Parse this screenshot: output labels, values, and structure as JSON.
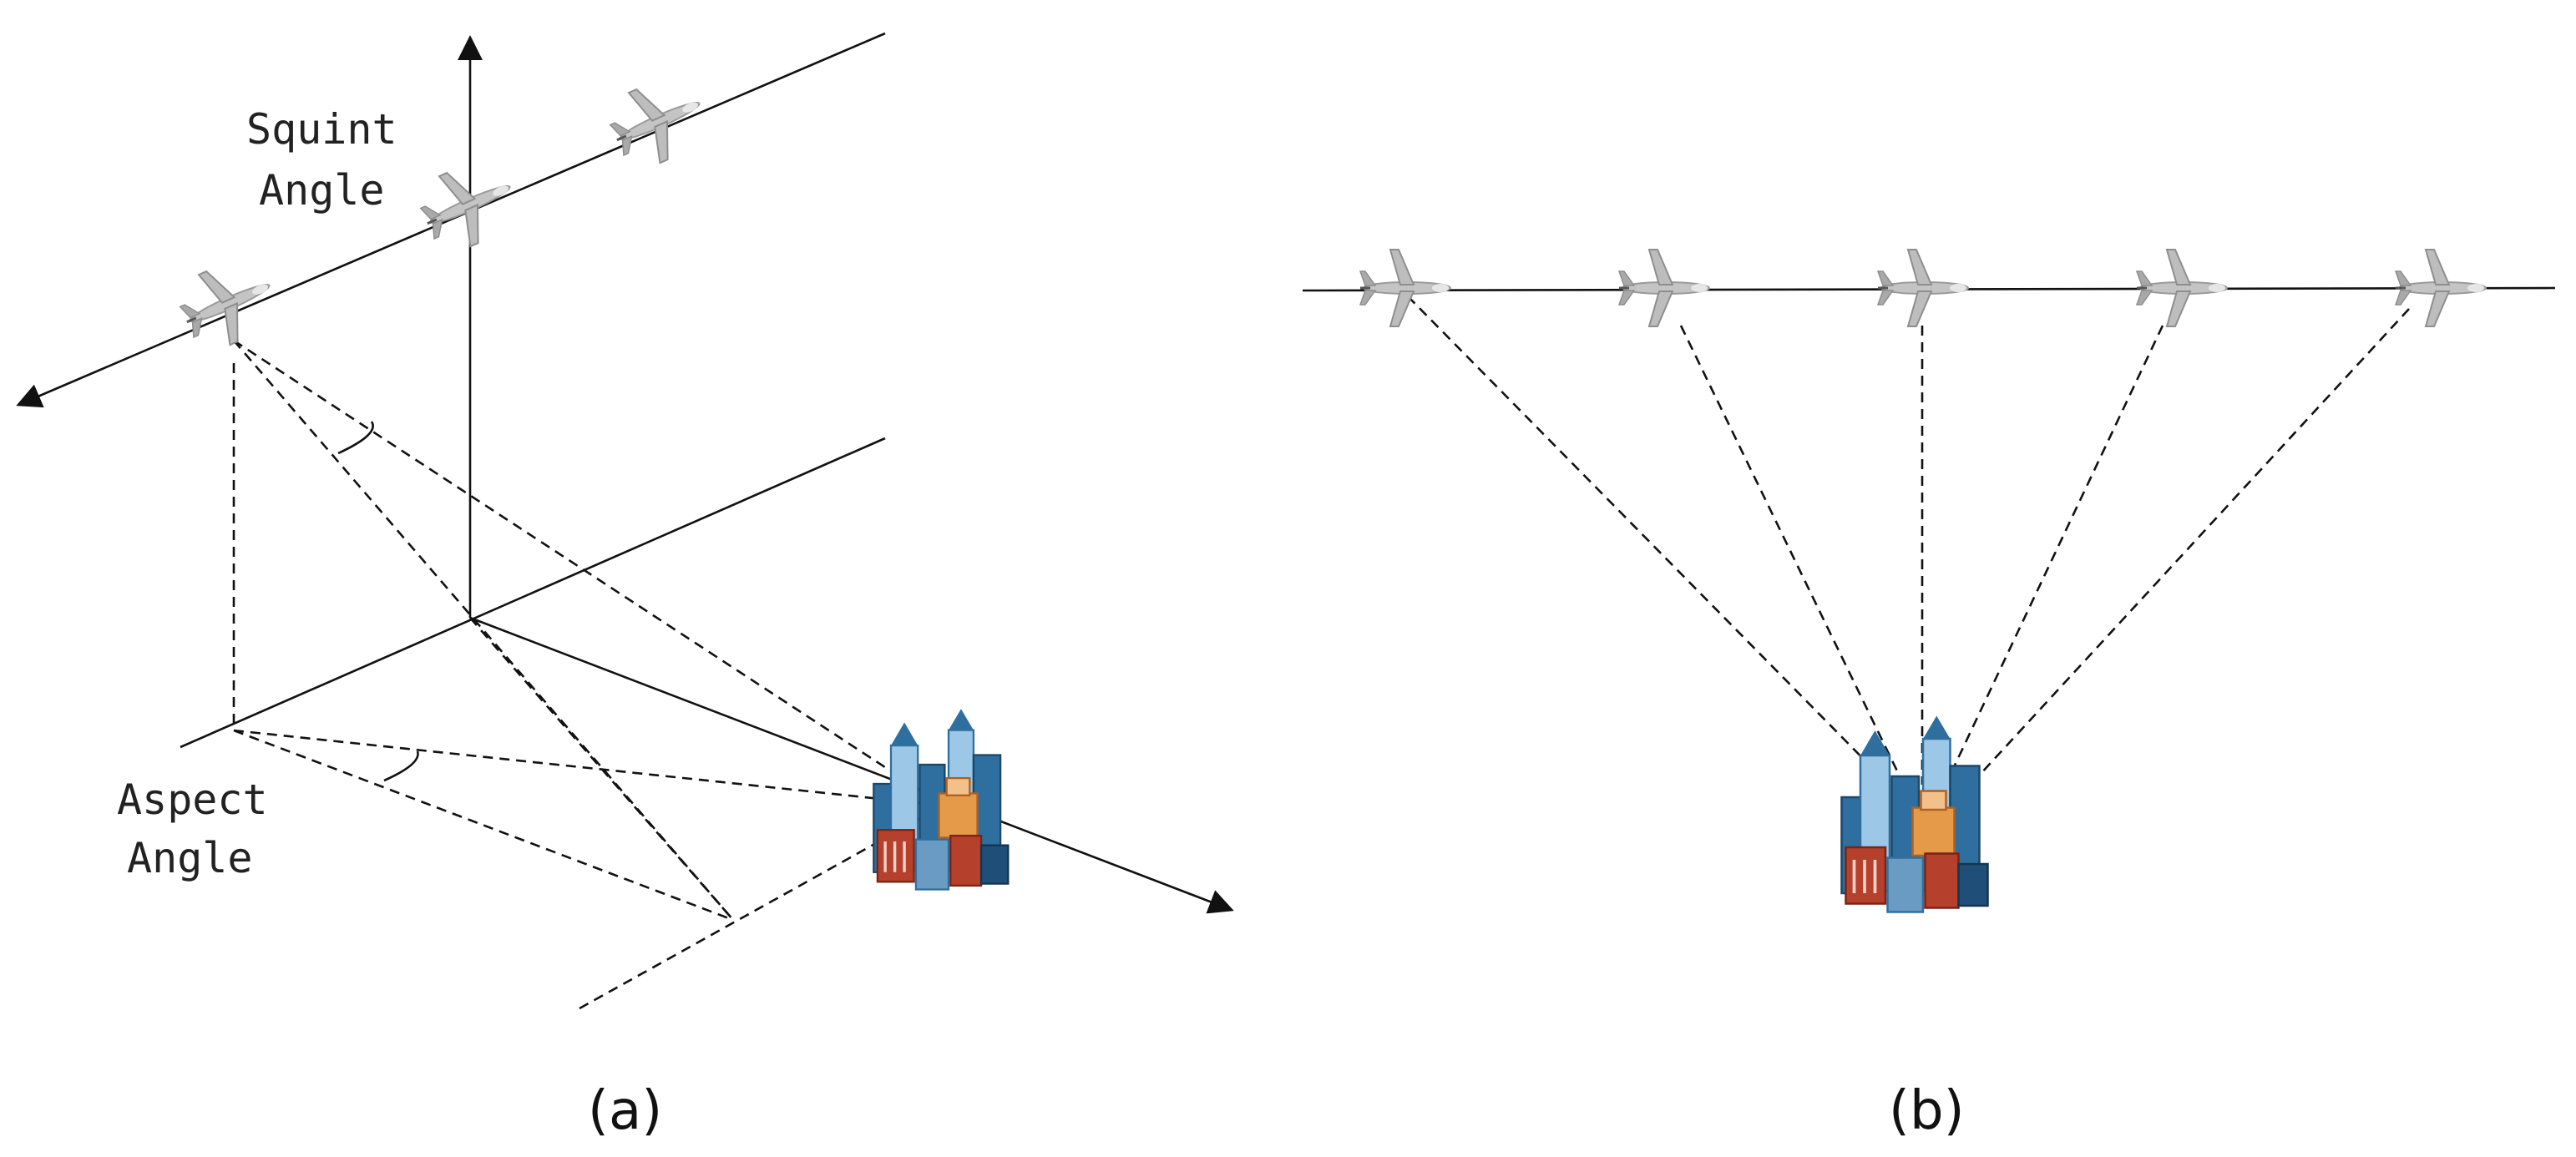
{
  "panel_a": {
    "squint_label": [
      "Squint",
      "Angle"
    ],
    "aspect_label": [
      "Aspect",
      "Angle"
    ],
    "caption": "(a)",
    "icons": [
      "airplane-icon",
      "city-buildings-icon"
    ]
  },
  "panel_b": {
    "caption": "(b)",
    "aircraft_count": 5,
    "icons": [
      "airplane-icon",
      "city-buildings-icon"
    ]
  },
  "colors": {
    "line": "#111111",
    "building_blue": "#2f6f9f",
    "building_light": "#9cc7e6",
    "building_red": "#b5402c",
    "building_orange": "#e59a4a",
    "plane_gray": "#b9b9b9"
  }
}
